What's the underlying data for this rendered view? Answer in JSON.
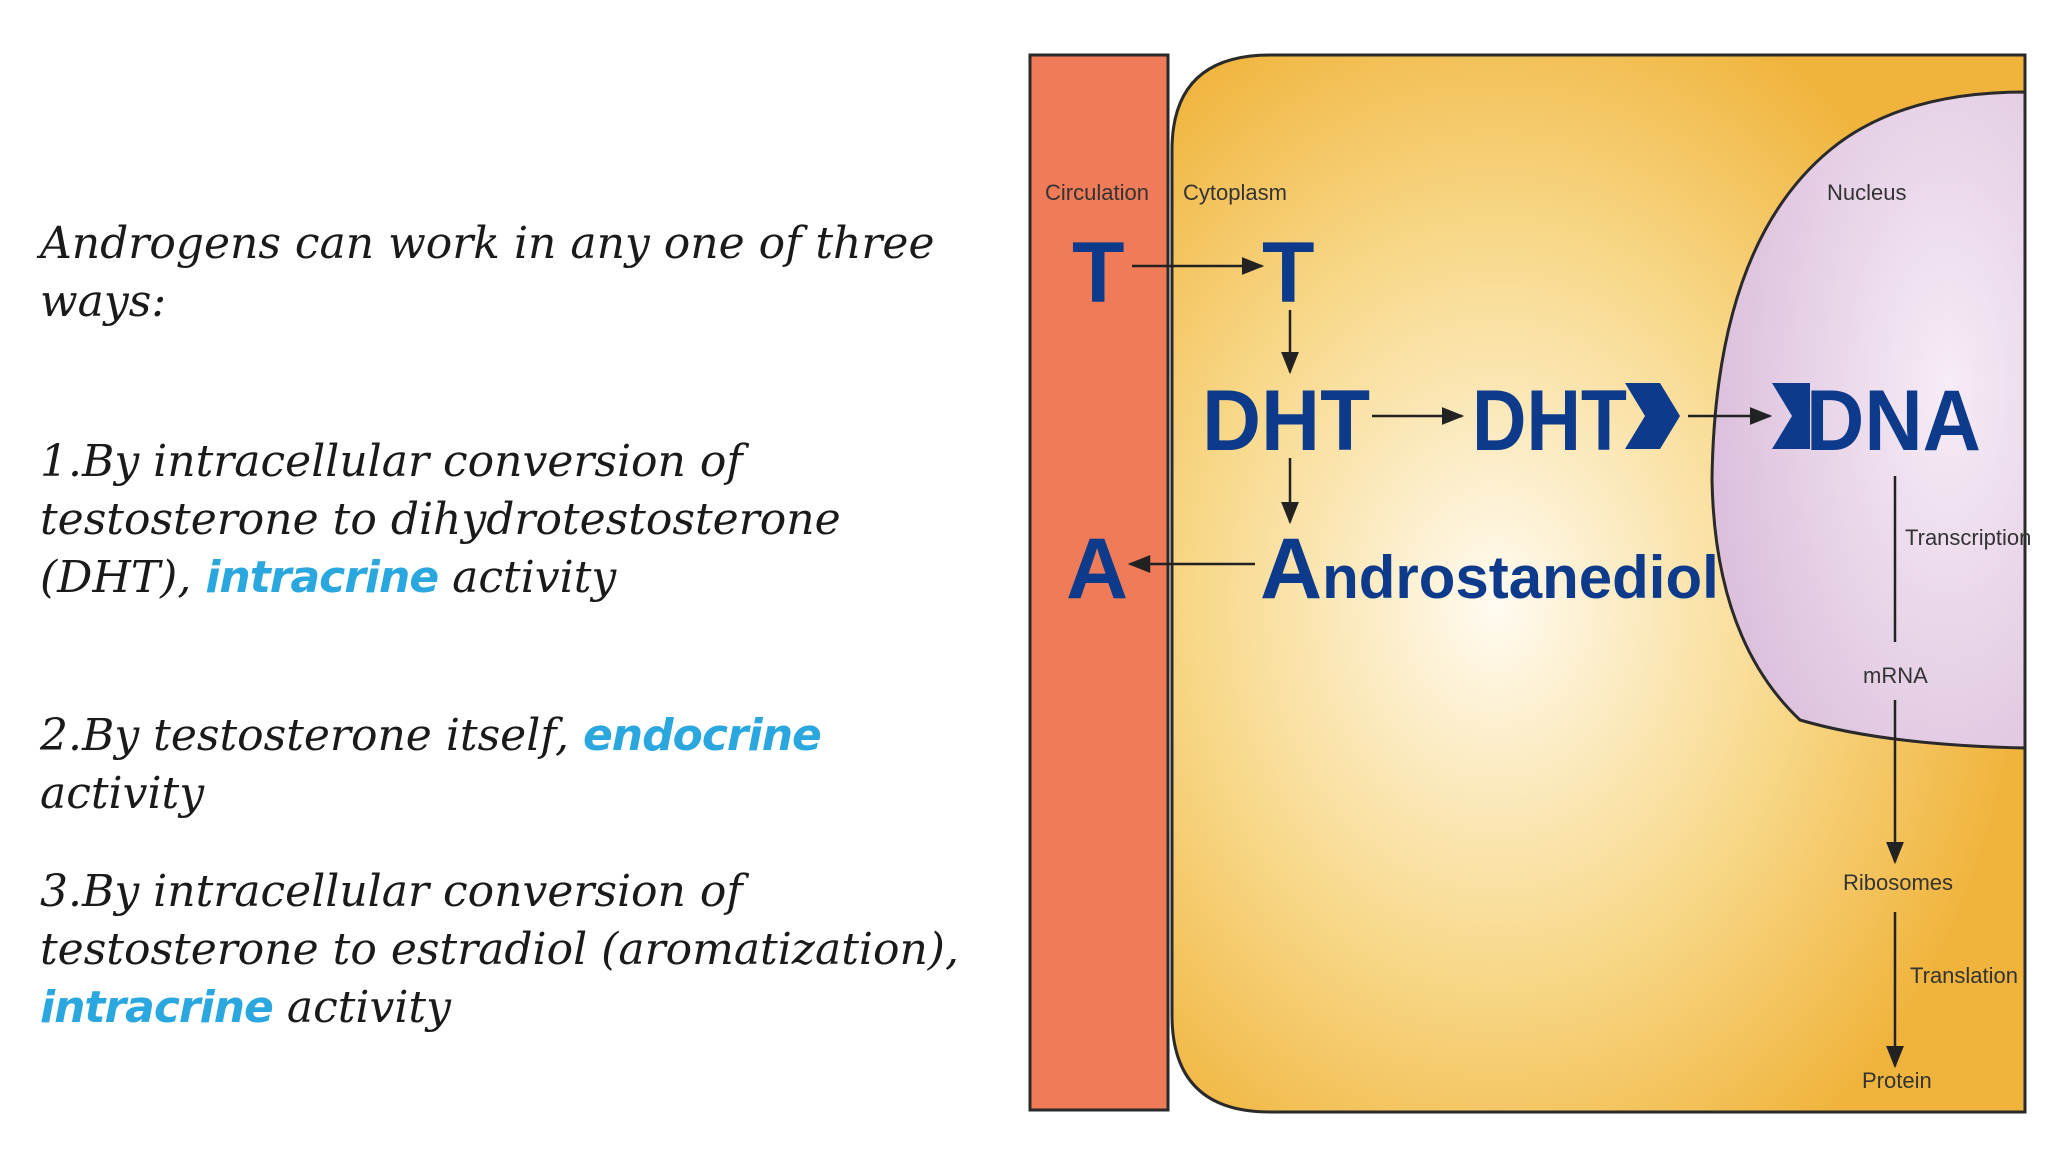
{
  "text": {
    "intro": "Androgens can work in any one of three ways:",
    "item1": {
      "prefix": "1.By intracellular conversion of testosterone to dihydrotestosterone (DHT), ",
      "highlight": "intracrine",
      "suffix": " activity"
    },
    "item2": {
      "prefix": "2.By testosterone itself, ",
      "highlight": "endocrine",
      "suffix": " activity"
    },
    "item3": {
      "prefix": "3.By intracellular conversion of testosterone to estradiol (aromatization), ",
      "highlight": "intracrine",
      "suffix": " activity"
    }
  },
  "diagram": {
    "regions": {
      "circulation": "Circulation",
      "cytoplasm": "Cytoplasm",
      "nucleus": "Nucleus"
    },
    "nodes": {
      "t_circulation": "T",
      "t_cytoplasm": "T",
      "dht": "DHT",
      "dht_receptor": "DHT",
      "dna": "DNA",
      "a_circulation": "A",
      "androstanediol_initial": "A",
      "androstanediol_rest": "ndrostanediol"
    },
    "steps": {
      "transcription": "Transcription",
      "mrna": "mRNA",
      "ribosomes": "Ribosomes",
      "translation": "Translation",
      "protein": "Protein"
    },
    "colors": {
      "circulation": "#f07b58",
      "cytoplasm_edge": "#f0b43c",
      "cytoplasm_center": "#fffbf1",
      "nucleus": "#e6d0e6",
      "node_text": "#0d3a8a",
      "highlight": "#2aa7df"
    }
  }
}
